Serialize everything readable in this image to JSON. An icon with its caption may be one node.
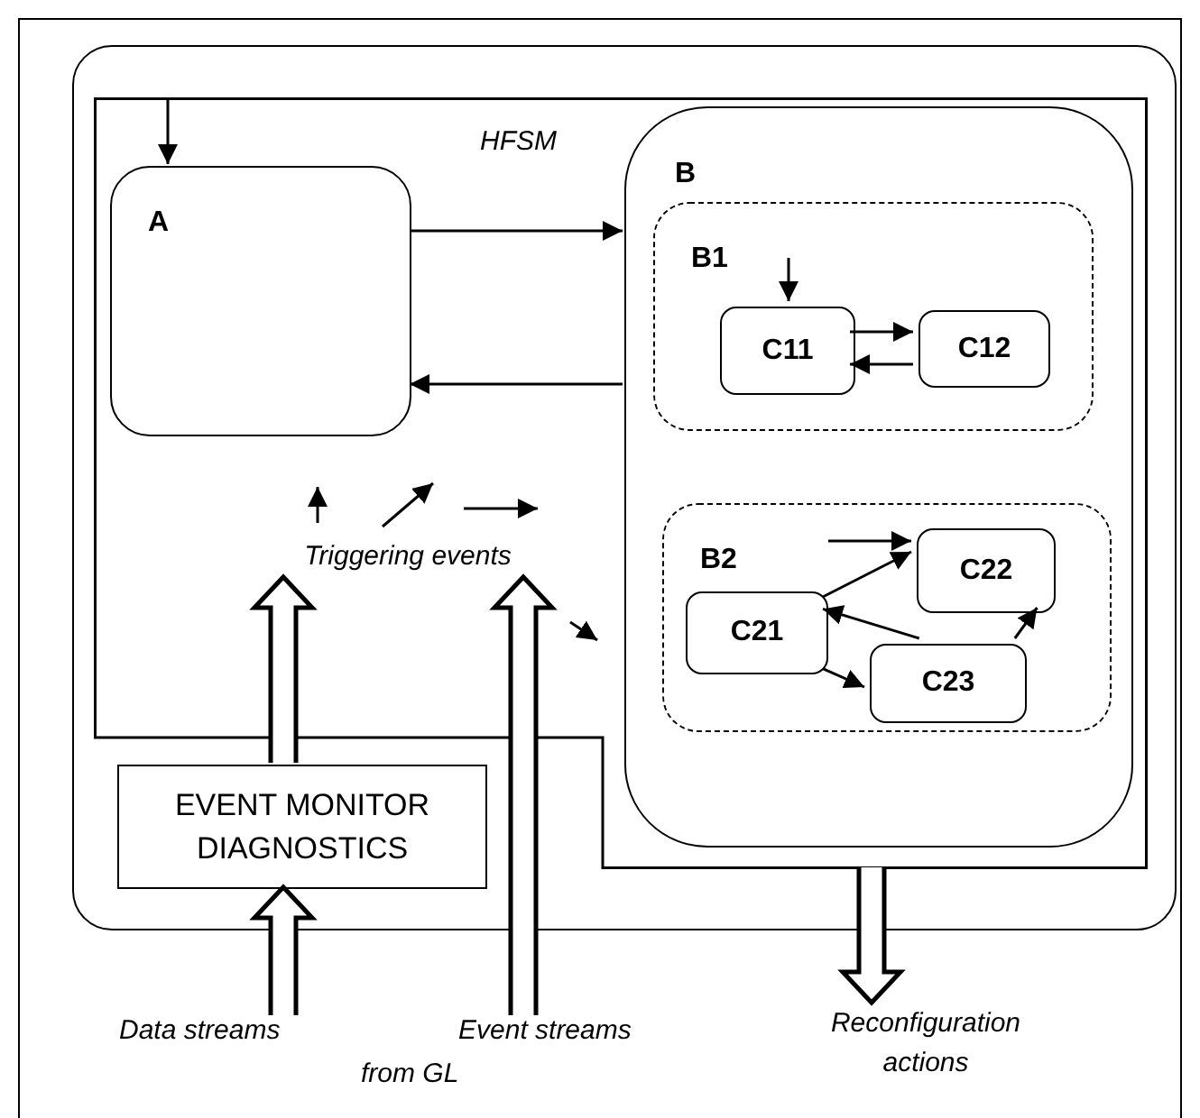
{
  "diagram": {
    "nodes": [
      {
        "text": [],
        "shape": "box"
      },
      {
        "text": [
          "HFSM"
        ],
        "in": 0
      },
      {
        "text": [
          "A"
        ],
        "in": 1
      },
      {
        "text": [
          "B"
        ],
        "in": 1
      },
      {
        "text": [
          "B1"
        ],
        "in": 3
      },
      {
        "text": [
          "C11"
        ],
        "in": 4
      },
      {
        "text": [
          "C12"
        ],
        "in": 4
      },
      {
        "text": [
          "B2"
        ],
        "in": 3
      },
      {
        "text": [
          "C21"
        ],
        "in": 7
      },
      {
        "text": [
          "C22"
        ],
        "in": 7
      },
      {
        "text": [
          "C23"
        ],
        "in": 7
      },
      {
        "text": [
          "Triggering events"
        ],
        "in": 1
      },
      {
        "text": [
          "EVENT MONITOR DIAGNOSTICS"
        ],
        "in": 0
      },
      {
        "text": [
          "Data streams"
        ]
      },
      {
        "text": [
          "Event streams"
        ],
        "beside": [
          "from GL"
        ]
      },
      {
        "text": [
          "Reconfiguration actions"
        ]
      }
    ],
    "edges": [
      {
        "from": null,
        "to": 2,
        "arrow": "to"
      },
      {
        "from": 2,
        "to": 3,
        "arrow": "to"
      },
      {
        "from": 3,
        "to": 2,
        "arrow": "to"
      },
      {
        "from": null,
        "to": 5,
        "arrow": "to"
      },
      {
        "from": 5,
        "to": 6,
        "arrow": "to"
      },
      {
        "from": 6,
        "to": 5,
        "arrow": "to"
      },
      {
        "from": null,
        "to": 9,
        "arrow": "to"
      },
      {
        "from": 8,
        "to": 9,
        "arrow": "to"
      },
      {
        "from": 10,
        "to": 8,
        "arrow": "to"
      },
      {
        "from": 8,
        "to": 10,
        "arrow": "to"
      },
      {
        "from": 10,
        "to": 9,
        "arrow": "to"
      },
      {
        "from": 12,
        "to": 11,
        "arrow": "to",
        "style": "thick"
      },
      {
        "from": 13,
        "to": 12,
        "arrow": "to",
        "style": "thick"
      },
      {
        "from": 14,
        "to": 11,
        "arrow": "to",
        "style": "thick"
      },
      {
        "from": 1,
        "to": 15,
        "arrow": "to",
        "style": "thick"
      }
    ]
  }
}
